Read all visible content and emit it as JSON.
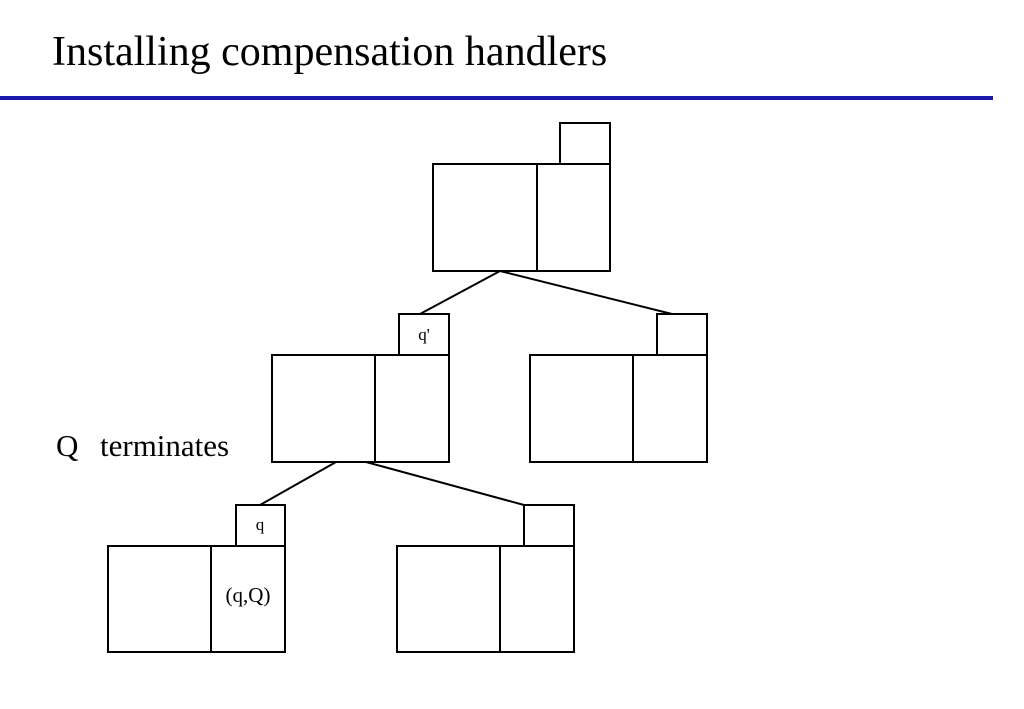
{
  "slide": {
    "title": "Installing compensation handlers",
    "rule_color": "#1a1aaa"
  },
  "diagram": {
    "stroke_color": "#000000",
    "nodes": [
      {
        "id": "root",
        "handler_label": "",
        "right_cell_label": ""
      },
      {
        "id": "middle-left",
        "handler_label": "q'",
        "right_cell_label": ""
      },
      {
        "id": "middle-right",
        "handler_label": "",
        "right_cell_label": ""
      },
      {
        "id": "bottom-left",
        "handler_label": "q",
        "right_cell_label": "(q,Q)"
      },
      {
        "id": "bottom-right",
        "handler_label": "",
        "right_cell_label": ""
      }
    ],
    "edges": [
      [
        "root",
        "middle-left"
      ],
      [
        "root",
        "middle-right"
      ],
      [
        "middle-left",
        "bottom-left"
      ],
      [
        "middle-left",
        "bottom-right"
      ]
    ],
    "annotation": {
      "symbol": "Q",
      "text": "terminates"
    }
  }
}
